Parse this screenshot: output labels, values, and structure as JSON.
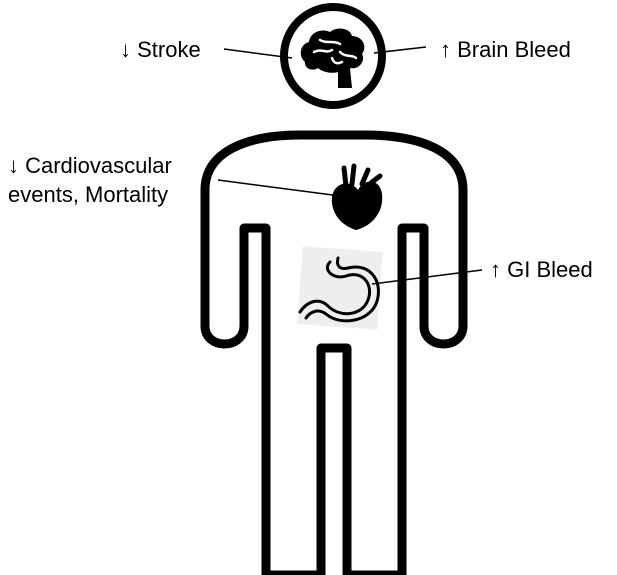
{
  "labels": {
    "stroke": "↓ Stroke",
    "brain_bleed": "↑ Brain Bleed",
    "cardio_line1": "↓ Cardiovascular",
    "cardio_line2": "events, Mortality",
    "gi_bleed": "↑ GI Bleed"
  },
  "colors": {
    "outline": "#000000",
    "background": "#ffffff",
    "stomach_patch": "#eeeeee"
  },
  "icons": [
    "brain-icon",
    "heart-icon",
    "stomach-icon"
  ]
}
